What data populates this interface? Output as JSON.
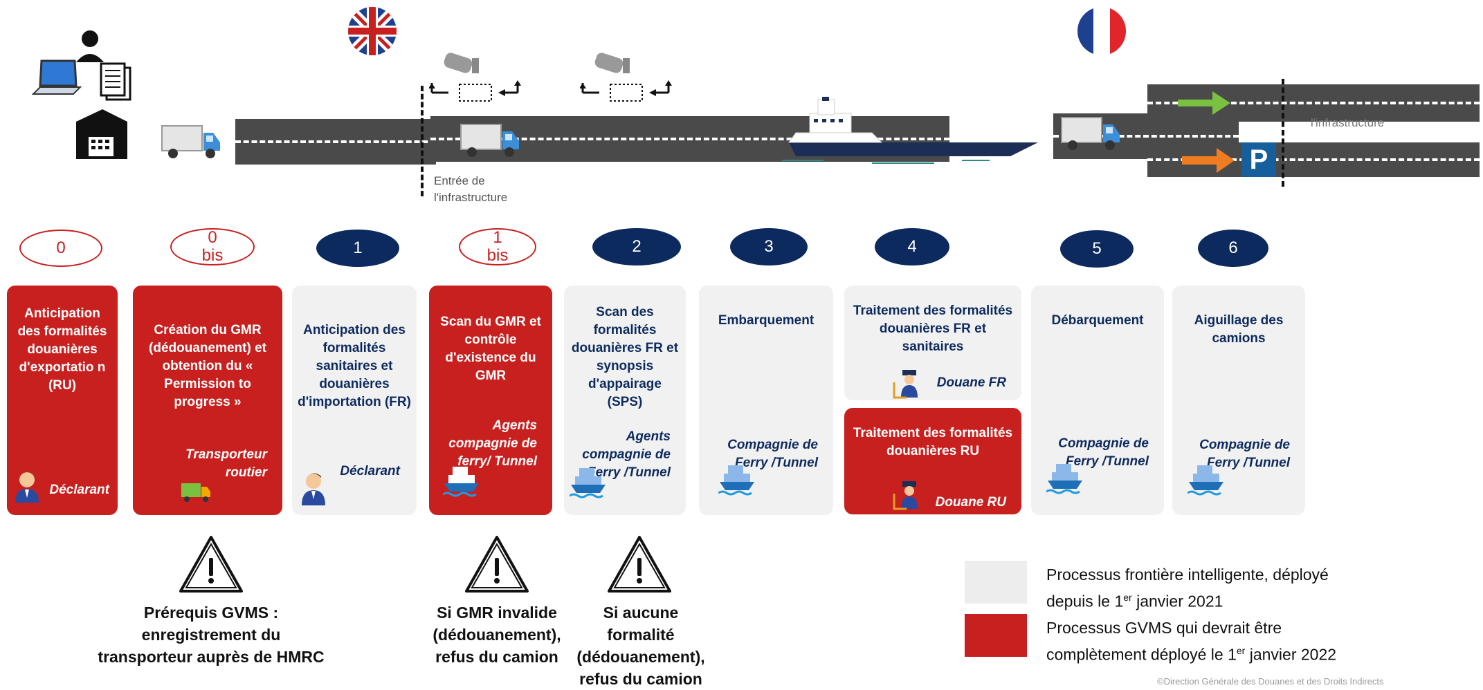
{
  "infra_entry_label": "Entrée de l'infrastructure",
  "infra_exit_label": "l'infrastructure",
  "steps": [
    {
      "number": "0",
      "style": "outline"
    },
    {
      "number": "0 bis",
      "style": "outline"
    },
    {
      "number": "1",
      "style": "filled"
    },
    {
      "number": "1 bis",
      "style": "outline"
    },
    {
      "number": "2",
      "style": "filled"
    },
    {
      "number": "3",
      "style": "filled"
    },
    {
      "number": "4",
      "style": "filled"
    },
    {
      "number": "5",
      "style": "filled"
    },
    {
      "number": "6",
      "style": "filled"
    }
  ],
  "cards": [
    {
      "title": "Anticipation des formalités douanières d'exportatio n (RU)",
      "actor": "Déclarant",
      "color": "red"
    },
    {
      "title": "Création du GMR (dédouanement) et obtention du « Permission to progress »",
      "actor": "Transporteur routier",
      "color": "red"
    },
    {
      "title": "Anticipation des formalités sanitaires et douanières d'importation (FR)",
      "actor": "Déclarant",
      "color": "grey"
    },
    {
      "title": "Scan du GMR et contrôle d'existence du GMR",
      "actor": "Agents compagnie de ferry/ Tunnel",
      "color": "red"
    },
    {
      "title": "Scan des formalités douanières FR et synopsis d'appairage (SPS)",
      "actor": "Agents compagnie de Ferry /Tunnel",
      "color": "grey"
    },
    {
      "title": "Embarquement",
      "actor": "Compagnie de Ferry /Tunnel",
      "color": "grey"
    },
    {
      "title": "Traitement des formalités douanières FR et sanitaires",
      "actor": "Douane FR",
      "color": "grey"
    },
    {
      "title": "Traitement des formalités douanières RU",
      "actor": "Douane RU",
      "color": "red"
    },
    {
      "title": "Débarquement",
      "actor": "Compagnie de Ferry /Tunnel",
      "color": "grey"
    },
    {
      "title": "Aiguillage des camions",
      "actor": "Compagnie de Ferry /Tunnel",
      "color": "grey"
    }
  ],
  "warnings": [
    "Prérequis GVMS : enregistrement du transporteur auprès de HMRC",
    "Si GMR invalide (dédouanement), refus du camion",
    "Si aucune formalité (dédouanement), refus du camion"
  ],
  "legend": [
    {
      "text_a": "Processus frontière intelligente, déployé",
      "text_b": "depuis le 1",
      "sup": "er",
      "text_c": " janvier 2021",
      "color": "#ededed"
    },
    {
      "text_a": "Processus GVMS qui devrait être",
      "text_b": "complètement déployé le 1",
      "sup": "er",
      "text_c": " janvier 2022",
      "color": "#c8201f"
    }
  ],
  "footer": "©Direction Générale des Douanes et des Droits Indirects",
  "parking_label": "P",
  "colors": {
    "red": "#c8201f",
    "navy": "#0d2a5e",
    "grey": "#f1f1f1"
  }
}
